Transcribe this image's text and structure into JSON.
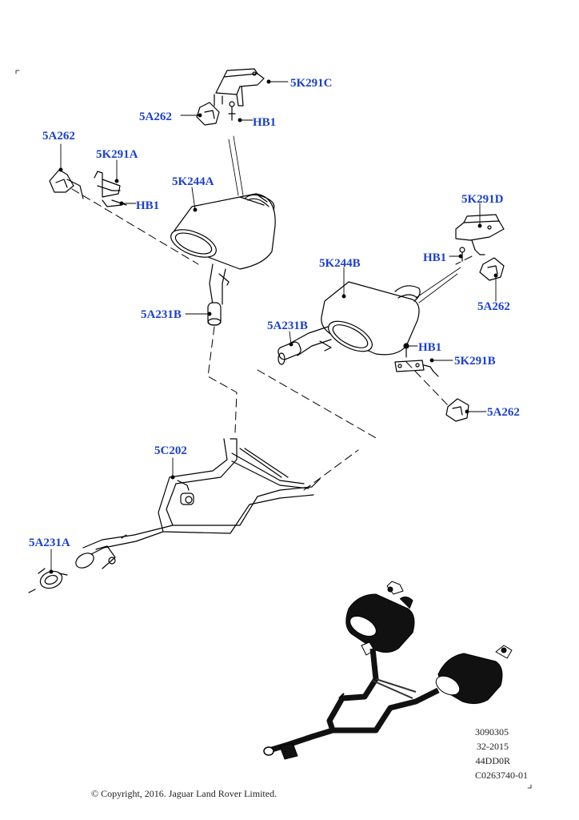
{
  "callouts": {
    "c_5k291c": "5K291C",
    "c_5a262_top": "5A262",
    "c_hb1_top": "HB1",
    "c_5a262_left": "5A262",
    "c_5k291a": "5K291A",
    "c_hb1_left": "HB1",
    "c_5k244a": "5K244A",
    "c_5k291d": "5K291D",
    "c_hb1_right": "HB1",
    "c_5a262_right_mid": "5A262",
    "c_5k244b": "5K244B",
    "c_5a231b_left": "5A231B",
    "c_5a231b_right": "5A231B",
    "c_hb1_lower": "HB1",
    "c_5k291b": "5K291B",
    "c_5a262_lower": "5A262",
    "c_5c202": "5C202",
    "c_5a231a": "5A231A"
  },
  "reference": {
    "line1": "3090305",
    "line2": "32-2015",
    "line3": "44DD0R",
    "line4": "C0263740-01"
  },
  "copyright": "© Copyright, 2016. Jaguar Land Rover Limited.",
  "colors": {
    "callout": "#1a3fd0",
    "line": "#000000",
    "thumbnail_fill": "#111111"
  }
}
